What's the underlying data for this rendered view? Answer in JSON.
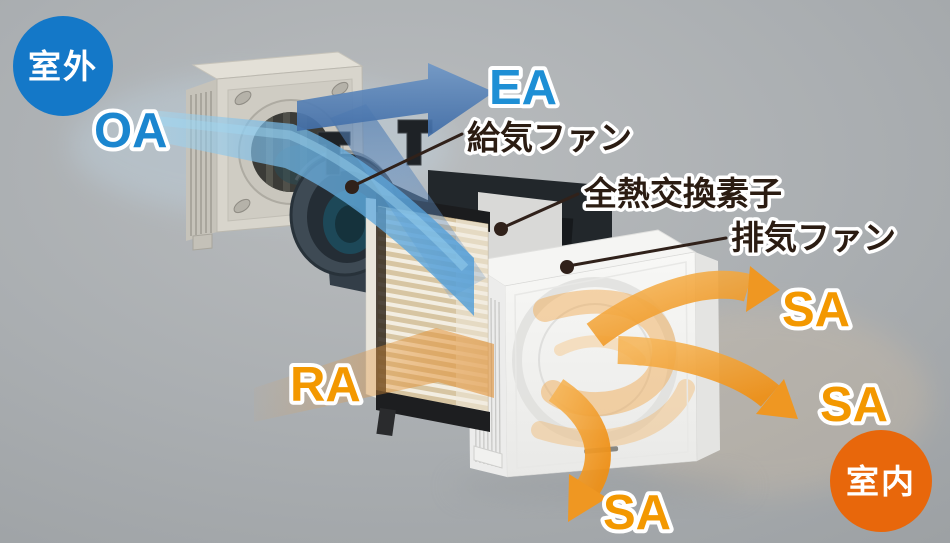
{
  "badges": {
    "outdoor": {
      "label": "室外",
      "color": "#1478c8"
    },
    "indoor": {
      "label": "室内",
      "color": "#e8670b"
    }
  },
  "flow_labels": {
    "oa": {
      "text": "OA",
      "color": "#1b86cf"
    },
    "ea": {
      "text": "EA",
      "color": "#1e8fd5"
    },
    "ra": {
      "text": "RA",
      "color": "#f39800"
    },
    "sa_top": {
      "text": "SA",
      "color": "#f39800"
    },
    "sa_right": {
      "text": "SA",
      "color": "#f39800"
    },
    "sa_bottom": {
      "text": "SA",
      "color": "#f39800"
    }
  },
  "part_labels": {
    "supply_fan": "給気ファン",
    "heat_exchange_element": "全熱交換素子",
    "exhaust_fan": "排気ファン"
  },
  "colors": {
    "background": "#a9adb0",
    "flow_blue_arrow": "#4a78b0",
    "flow_blue_stream": "#6fb4e4",
    "flow_orange": "#ef9722",
    "label_ink": "#2b1c12",
    "leader_line": "#30211a"
  }
}
